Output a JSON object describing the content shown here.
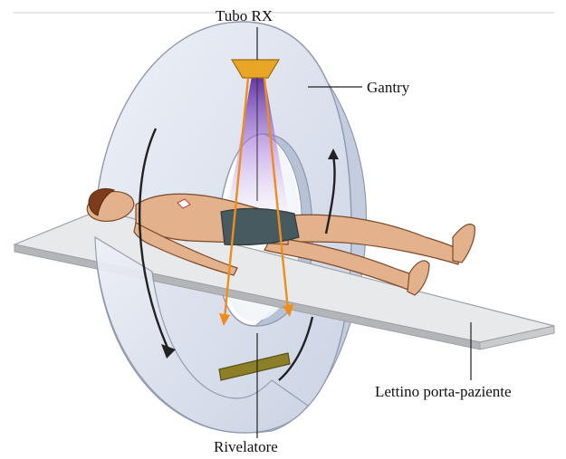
{
  "labels": {
    "xray_tube": "Tubo RX",
    "gantry": "Gantry",
    "patient_table": "Lettino porta-paziente",
    "detector": "Rivelatore"
  },
  "colors": {
    "gantry_face": "#dde3ef",
    "gantry_side": "#c4cde0",
    "gantry_edge": "#8f98ac",
    "table_top": "#e8e9ea",
    "table_side": "#b3b5b8",
    "tube": "#e8a526",
    "beam": "#f08c1a",
    "beam_glow": "#8b49c9",
    "detector": "#8c7f28",
    "skin": "#e3b28d",
    "hair": "#7d3c1c",
    "shorts": "#475a5f",
    "rotation_arrow": "#222222"
  },
  "icons": {
    "rotation_direction": "curved-arrow-icon"
  }
}
